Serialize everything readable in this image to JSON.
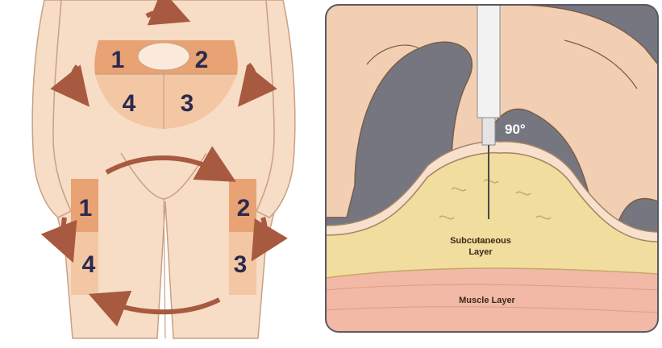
{
  "left_panel": {
    "abdomen_zones": [
      "1",
      "2",
      "4",
      "3"
    ],
    "left_thigh_zones": [
      "1",
      "4"
    ],
    "right_thigh_zones": [
      "2",
      "3"
    ]
  },
  "right_panel": {
    "angle_label": "90°",
    "subcutaneous_label_line1": "Subcutaneous",
    "subcutaneous_label_line2": "Layer",
    "muscle_label": "Muscle Layer"
  },
  "colors": {
    "skin": "#f7dcc6",
    "skin_outline": "#c9a083",
    "zone_dark": "#e8a273",
    "zone_light": "#f3c7a3",
    "zone_number": "#2b2a4e",
    "arrow": "#a75a3f",
    "background_gray": "#75767f",
    "fat": "#f1dd9e",
    "muscle": "#f1b9a6",
    "needle": "#f2f2f2"
  }
}
